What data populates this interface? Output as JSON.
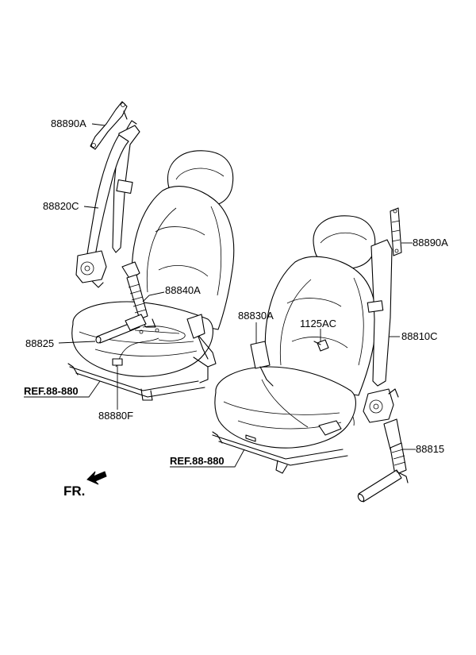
{
  "diagram": {
    "labels": {
      "l_88890A_left": "88890A",
      "l_88820C": "88820C",
      "l_88840A": "88840A",
      "l_88825": "88825",
      "l_ref_left": "REF.88-880",
      "l_88880F": "88880F",
      "l_88830A": "88830A",
      "l_1125AC": "1125AC",
      "l_88890A_right": "88890A",
      "l_88810C": "88810C",
      "l_88815": "88815",
      "l_ref_right": "REF.88-880",
      "l_fr": "FR."
    }
  }
}
